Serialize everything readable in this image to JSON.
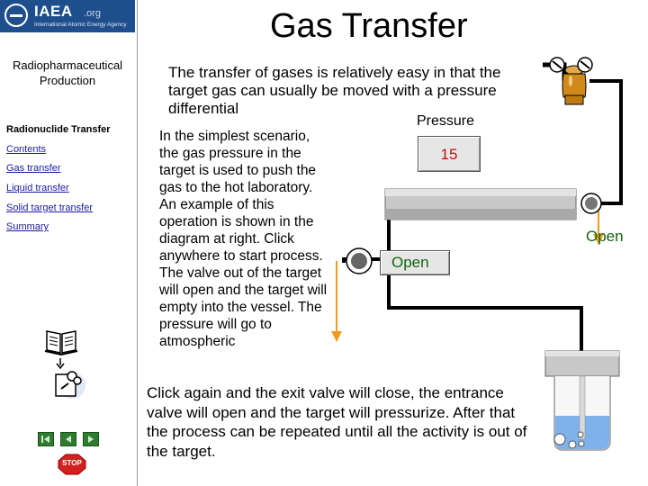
{
  "window": {
    "title": "Gas Transfer"
  },
  "logo": {
    "name": "IAEA",
    "suffix": ".org",
    "tagline": "International Atomic Energy Agency"
  },
  "sidebar": {
    "course_title": "Radiopharmaceutical Production",
    "section_title": "Radionuclide Transfer",
    "items": [
      {
        "label": "Contents"
      },
      {
        "label": "Gas transfer"
      },
      {
        "label": "Liquid transfer"
      },
      {
        "label": "Solid target transfer"
      },
      {
        "label": "Summary"
      }
    ],
    "stop_label": "STOP"
  },
  "main": {
    "intro": "The transfer of gases is relatively easy in that the target gas can usually be moved with a pressure differential",
    "description": "In the simplest scenario, the gas pressure in the target is used to push the gas to the hot laboratory. An example of this operation is shown in the diagram at right. Click anywhere to start process. The valve out of the target will open and the target will empty into the vessel. The pressure will go to atmospheric",
    "instruction": "Click again and the exit valve will close, the entrance valve will open and the target will pressurize. After that the process can be repeated until all the activity is out of the target."
  },
  "diagram": {
    "pressure_label": "Pressure",
    "pressure_value": "15",
    "entrance_valve_label": "Open",
    "exit_valve_label": "Open"
  },
  "colors": {
    "accent_blue": "#1f4e8c",
    "pipe": "#000000",
    "arrow_orange": "#f29a1e",
    "target_gray": "#c8c8c8",
    "cylinder_gold": "#d08a1a",
    "vessel_liquid": "#7fb2ea",
    "value_red": "#bb1111",
    "open_green": "#116611"
  }
}
